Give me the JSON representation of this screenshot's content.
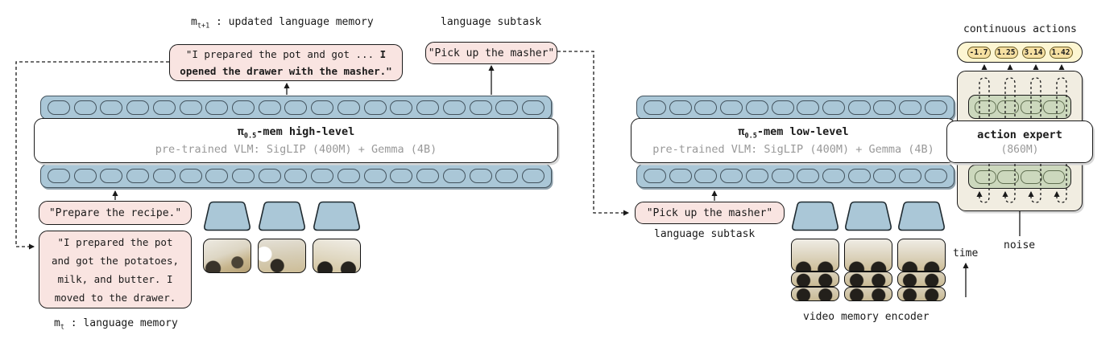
{
  "colors": {
    "token_blue": "#aac7d7",
    "pink": "#f9e4e1",
    "yellow_box": "#fdf6d2",
    "yellow_pill": "#f6e0a2",
    "beige": "#f1ede1",
    "green": "#ccd8bd",
    "ink": "#1a1a1a",
    "gray_text": "#999999"
  },
  "high_level": {
    "updated_memory_label": {
      "base": "m",
      "sub": "t+1",
      "rest": " : updated language memory"
    },
    "updated_memory_line1": "\"I prepared the pot and got ... ",
    "updated_memory_line1_bold": "I",
    "updated_memory_line2_bold": "opened the drawer with the masher.\"",
    "subtask_label": "language subtask",
    "subtask_text": "\"Pick up the masher\"",
    "model_title": {
      "base": "π",
      "sub": "0.5",
      "rest": "-mem high-level"
    },
    "model_subtitle": "pre-trained VLM: SigLIP (400M) + Gemma (4B)",
    "prompt_text": "\"Prepare the recipe.\"",
    "memory_lines": [
      "\"I prepared the pot",
      "and got the potatoes,",
      "milk, and butter. I",
      "moved to the drawer."
    ],
    "memory_label": {
      "base": "m",
      "sub": "t",
      "rest": " : language memory"
    },
    "token_count_top": 19,
    "token_count_bottom": 19,
    "camera_count": 3
  },
  "low_level": {
    "model_title": {
      "base": "π",
      "sub": "0.5",
      "rest": "-mem low-level"
    },
    "model_subtitle": "pre-trained VLM: SigLIP (400M) + Gemma (4B)",
    "subtask_text": "\"Pick up the masher\"",
    "subtask_label": "language subtask",
    "video_encoder_label": "video memory encoder",
    "time_label": "time",
    "token_count_top": 12,
    "token_count_bottom": 12,
    "video_column_count": 3,
    "video_frames_per_column": 3
  },
  "action_expert": {
    "title": "action expert",
    "size_label": "(860M)",
    "actions_label": "continuous actions",
    "action_values": [
      "-1.7",
      "1.25",
      "3.14",
      "1.42"
    ],
    "noise_label": "noise",
    "token_count": 4
  }
}
